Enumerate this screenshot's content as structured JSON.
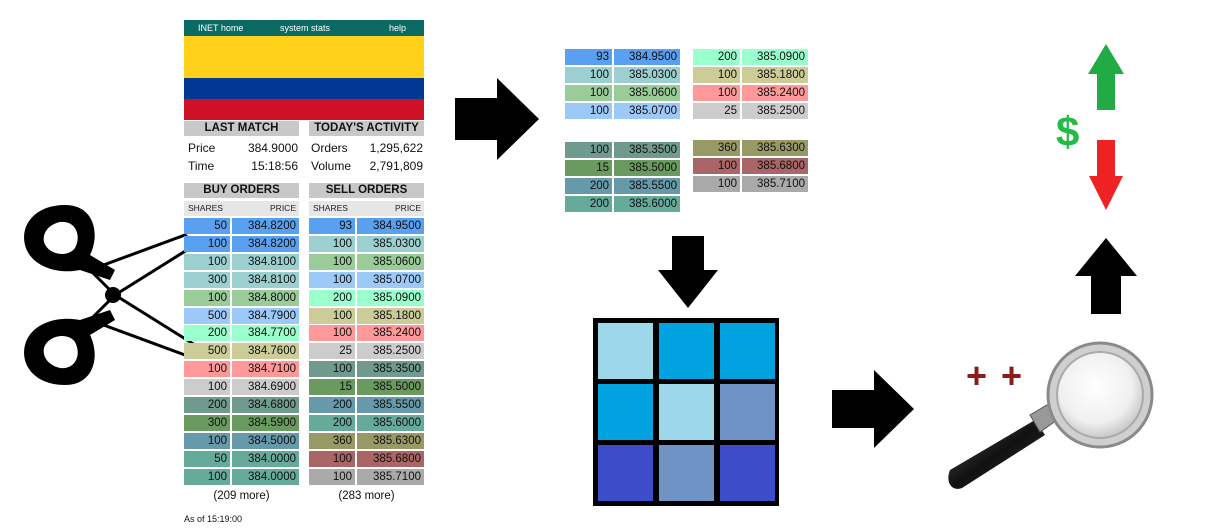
{
  "nav": {
    "home": "INET home",
    "stats": "system stats",
    "help": "help"
  },
  "flag_colors": [
    "#ffd11a",
    "#003893",
    "#ce1126"
  ],
  "last_match": {
    "title": "LAST MATCH",
    "price_label": "Price",
    "price": "384.9000",
    "time_label": "Time",
    "time": "15:18:56"
  },
  "activity": {
    "title": "TODAY'S ACTIVITY",
    "orders_label": "Orders",
    "orders": "1,295,622",
    "volume_label": "Volume",
    "volume": "2,791,809"
  },
  "buy": {
    "title": "BUY ORDERS",
    "col_shares": "SHARES",
    "col_price": "PRICE",
    "rows": [
      {
        "shares": "50",
        "price": "384.8200",
        "c1": "#5aa0f0",
        "c2": "#5aa0f0"
      },
      {
        "shares": "100",
        "price": "384.8200",
        "c1": "#5aa0f0",
        "c2": "#5aa0f0"
      },
      {
        "shares": "100",
        "price": "384.8100",
        "c1": "#9ccfcf",
        "c2": "#9ccfcf"
      },
      {
        "shares": "300",
        "price": "384.8100",
        "c1": "#9ccfcf",
        "c2": "#9ccfcf"
      },
      {
        "shares": "100",
        "price": "384.8000",
        "c1": "#99cc99",
        "c2": "#99cc99"
      },
      {
        "shares": "500",
        "price": "384.7900",
        "c1": "#9cc9f7",
        "c2": "#9cc9f7"
      },
      {
        "shares": "200",
        "price": "384.7700",
        "c1": "#99ffcc",
        "c2": "#99ffcc"
      },
      {
        "shares": "500",
        "price": "384.7600",
        "c1": "#cccc99",
        "c2": "#cccc99"
      },
      {
        "shares": "100",
        "price": "384.7100",
        "c1": "#ff9999",
        "c2": "#ff9999"
      },
      {
        "shares": "100",
        "price": "384.6900",
        "c1": "#cccccc",
        "c2": "#cccccc"
      },
      {
        "shares": "200",
        "price": "384.6800",
        "c1": "#6f9a8d",
        "c2": "#6f9a8d"
      },
      {
        "shares": "300",
        "price": "384.5900",
        "c1": "#6a9a5f",
        "c2": "#6a9a5f"
      },
      {
        "shares": "100",
        "price": "384.5000",
        "c1": "#6699aa",
        "c2": "#6699aa"
      },
      {
        "shares": "50",
        "price": "384.0000",
        "c1": "#66aa99",
        "c2": "#66aa99"
      },
      {
        "shares": "100",
        "price": "384.0000",
        "c1": "#66aa99",
        "c2": "#66aa99"
      }
    ],
    "more": "(209 more)"
  },
  "sell": {
    "title": "SELL ORDERS",
    "col_shares": "SHARES",
    "col_price": "PRICE",
    "rows": [
      {
        "shares": "93",
        "price": "384.9500",
        "c1": "#5aa0f0",
        "c2": "#5aa0f0"
      },
      {
        "shares": "100",
        "price": "385.0300",
        "c1": "#9ccfcf",
        "c2": "#9ccfcf"
      },
      {
        "shares": "100",
        "price": "385.0600",
        "c1": "#99cc99",
        "c2": "#99cc99"
      },
      {
        "shares": "100",
        "price": "385.0700",
        "c1": "#9cc9f7",
        "c2": "#9cc9f7"
      },
      {
        "shares": "200",
        "price": "385.0900",
        "c1": "#99ffcc",
        "c2": "#99ffcc"
      },
      {
        "shares": "100",
        "price": "385.1800",
        "c1": "#cccc99",
        "c2": "#cccc99"
      },
      {
        "shares": "100",
        "price": "385.2400",
        "c1": "#ff9999",
        "c2": "#ff9999"
      },
      {
        "shares": "25",
        "price": "385.2500",
        "c1": "#cccccc",
        "c2": "#cccccc"
      },
      {
        "shares": "100",
        "price": "385.3500",
        "c1": "#6f9a8d",
        "c2": "#6f9a8d"
      },
      {
        "shares": "15",
        "price": "385.5000",
        "c1": "#6a9a5f",
        "c2": "#6a9a5f"
      },
      {
        "shares": "200",
        "price": "385.5500",
        "c1": "#6699aa",
        "c2": "#6699aa"
      },
      {
        "shares": "200",
        "price": "385.6000",
        "c1": "#66aa99",
        "c2": "#66aa99"
      },
      {
        "shares": "360",
        "price": "385.6300",
        "c1": "#999966",
        "c2": "#999966"
      },
      {
        "shares": "100",
        "price": "385.6800",
        "c1": "#aa6666",
        "c2": "#aa6666"
      },
      {
        "shares": "100",
        "price": "385.7100",
        "c1": "#aaaaaa",
        "c2": "#aaaaaa"
      }
    ],
    "more": "(283 more)"
  },
  "as_of": "As of 15:19:00",
  "extract": {
    "left_top": [
      {
        "shares": "93",
        "price": "384.9500",
        "color": "#5aa0f0"
      },
      {
        "shares": "100",
        "price": "385.0300",
        "color": "#9ccfcf"
      },
      {
        "shares": "100",
        "price": "385.0600",
        "color": "#99cc99"
      },
      {
        "shares": "100",
        "price": "385.0700",
        "color": "#9cc9f7"
      }
    ],
    "right_top": [
      {
        "shares": "200",
        "price": "385.0900",
        "color": "#99ffcc"
      },
      {
        "shares": "100",
        "price": "385.1800",
        "color": "#cccc99"
      },
      {
        "shares": "100",
        "price": "385.2400",
        "color": "#ff9999"
      },
      {
        "shares": "25",
        "price": "385.2500",
        "color": "#cccccc"
      }
    ],
    "left_bottom": [
      {
        "shares": "100",
        "price": "385.3500",
        "color": "#6f9a8d"
      },
      {
        "shares": "15",
        "price": "385.5000",
        "color": "#6a9a5f"
      },
      {
        "shares": "200",
        "price": "385.5500",
        "color": "#6699aa"
      },
      {
        "shares": "200",
        "price": "385.6000",
        "color": "#66aa99"
      }
    ],
    "right_bottom": [
      {
        "shares": "360",
        "price": "385.6300",
        "color": "#999966"
      },
      {
        "shares": "100",
        "price": "385.6800",
        "color": "#aa6666"
      },
      {
        "shares": "100",
        "price": "385.7100",
        "color": "#aaaaaa"
      }
    ]
  },
  "grid_colors": [
    "#9dd8ea",
    "#00a2e0",
    "#00a2e0",
    "#00a2e0",
    "#9dd8ea",
    "#6f93c4",
    "#3d4cc8",
    "#6f93c4",
    "#3d4cc8"
  ],
  "dollar": "$",
  "plus": "+ +",
  "colors": {
    "up_arrow": "#22aa44",
    "down_arrow": "#ee2222",
    "dollar": "#22bb44",
    "plus": "#8b1a1a"
  }
}
